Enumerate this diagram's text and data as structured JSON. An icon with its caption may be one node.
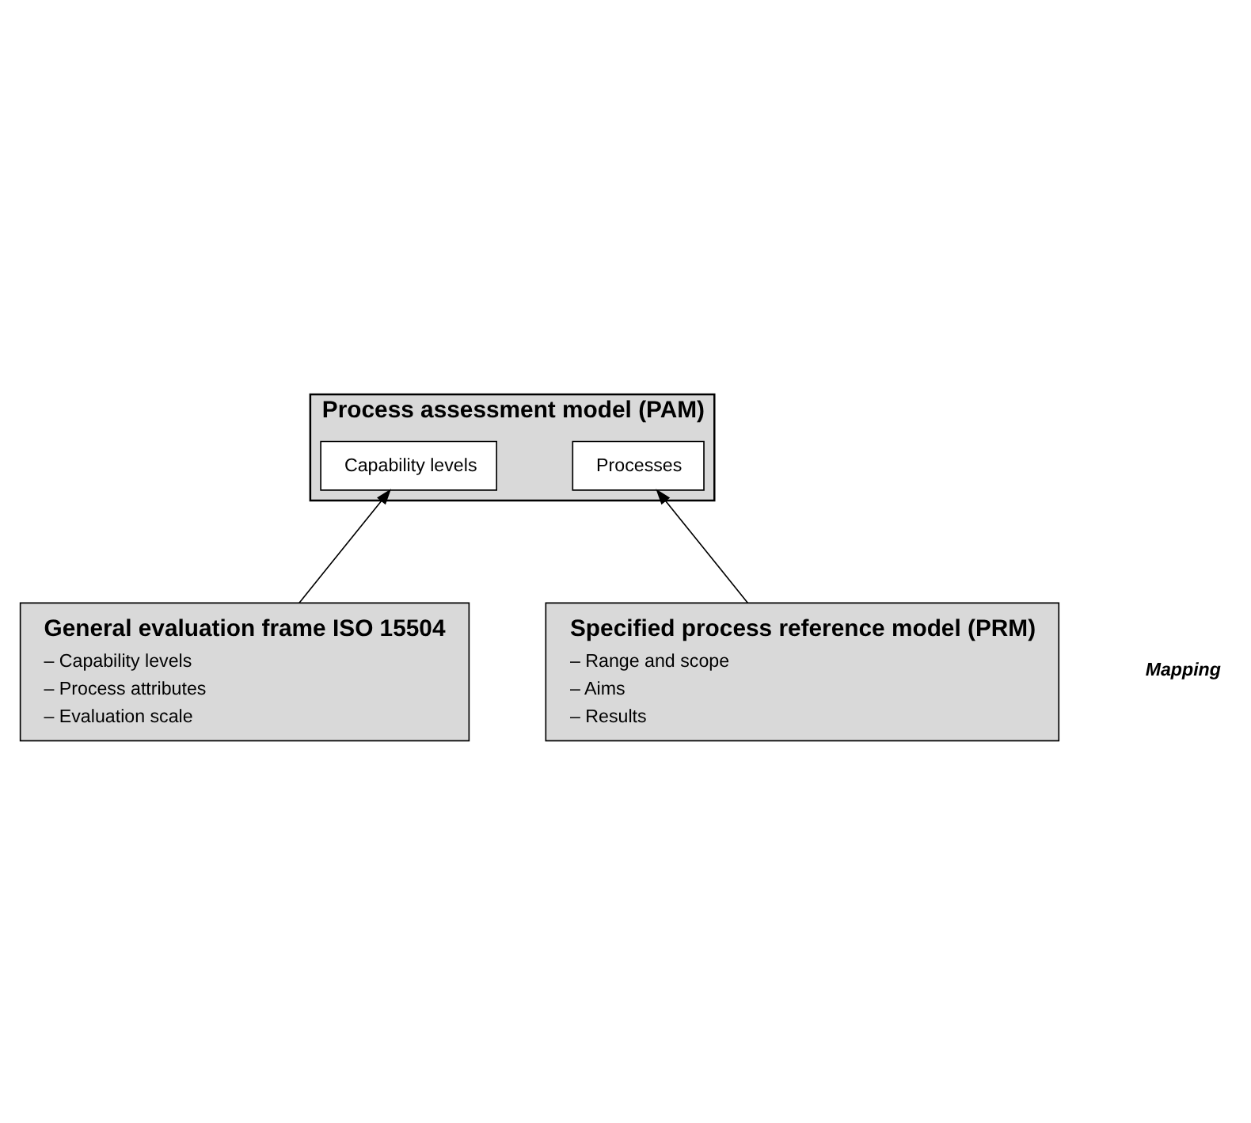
{
  "diagram": {
    "nodes": [
      {
        "text": [
          "Process assessment model (PAM)"
        ]
      },
      {
        "text": [
          "Capability levels"
        ],
        "in": 0
      },
      {
        "text": [
          "Processes"
        ],
        "in": 0
      },
      {
        "text": [
          "General evaluation frame ISO 15504",
          "– Capability levels",
          "– Process attributes",
          "– Evaluation scale"
        ]
      },
      {
        "text": [
          "Specified process reference model (PRM)",
          "– Range and scope",
          "– Aims",
          "– Results"
        ]
      }
    ],
    "edges": [
      {
        "from": 3,
        "to": 1,
        "arrow": "to"
      },
      {
        "from": 4,
        "to": 2,
        "arrow": "to"
      }
    ],
    "labels": [
      "Mapping"
    ]
  }
}
